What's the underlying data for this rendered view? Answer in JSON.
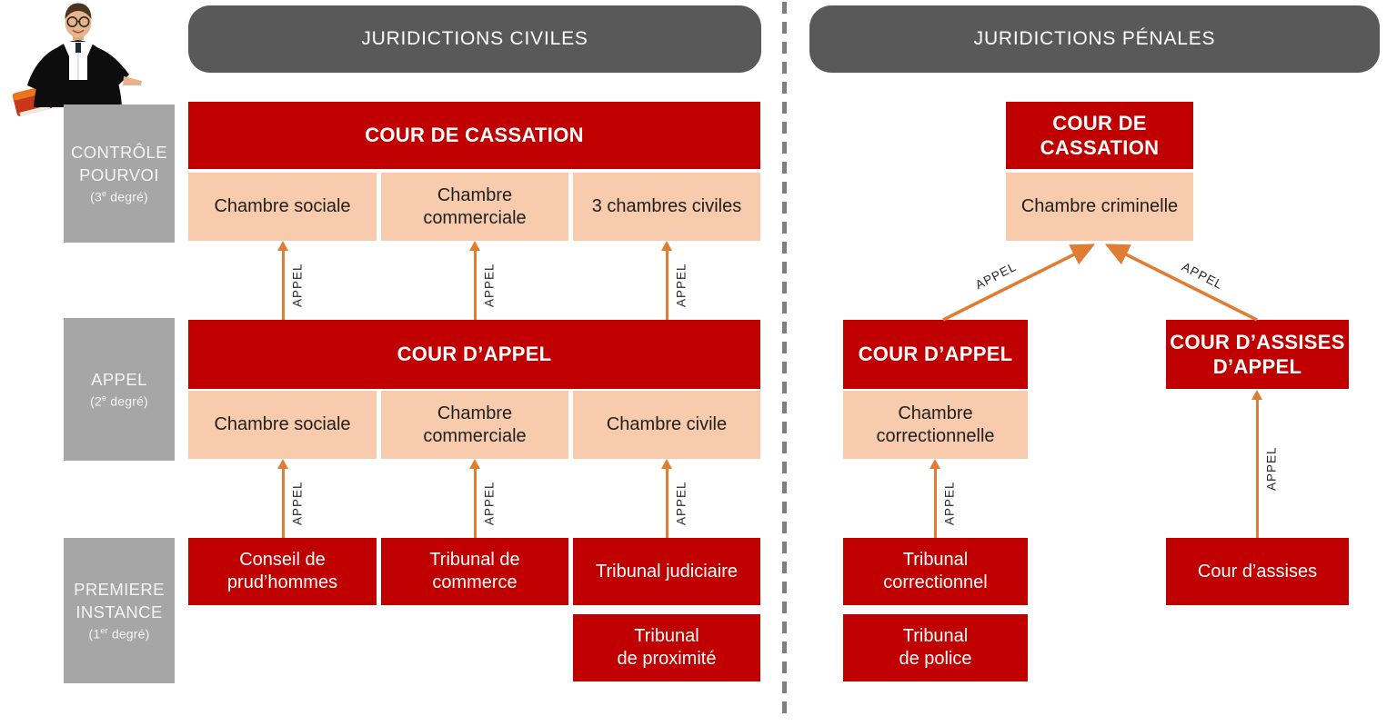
{
  "colors": {
    "header_bg": "#595959",
    "level_label_bg": "#A6A6A6",
    "court_red": "#C00000",
    "chamber_peach": "#F8CBAD",
    "arrow_orange": "#E07C33",
    "divider_gray": "#7F7F7F"
  },
  "arrow_label": "APPEL",
  "levels": {
    "pourvoi": {
      "line1": "CONTRÔLE",
      "line2": "POURVOI",
      "degree": {
        "prefix": "(3",
        "sup": "e",
        "suffix": " degré)"
      }
    },
    "appel": {
      "line1": "APPEL",
      "degree": {
        "prefix": "(2",
        "sup": "e",
        "suffix": " degré)"
      }
    },
    "premiere": {
      "line1": "PREMIERE",
      "line2": "INSTANCE",
      "degree": {
        "prefix": "(1",
        "sup": "er",
        "suffix": " degré)"
      }
    }
  },
  "civil": {
    "header": "JURIDICTIONS CIVILES",
    "cassation_title": "COUR DE CASSATION",
    "cassation_chambers": [
      "Chambre sociale",
      "Chambre\ncommerciale",
      "3 chambres civiles"
    ],
    "appel_title": "COUR D’APPEL",
    "appel_chambers": [
      "Chambre sociale",
      "Chambre\ncommerciale",
      "Chambre civile"
    ],
    "first_instance": [
      "Conseil de\nprud’hommes",
      "Tribunal de\ncommerce",
      "Tribunal judiciaire"
    ],
    "proximite": "Tribunal\nde proximité"
  },
  "penal": {
    "header": "JURIDICTIONS PÉNALES",
    "cassation_title": "COUR DE\nCASSATION",
    "cassation_chamber": "Chambre criminelle",
    "appel_title": "COUR D’APPEL",
    "appel_chamber": "Chambre\ncorrectionnelle",
    "assises_appel_title": "COUR D’ASSISES\nD’APPEL",
    "tribunal_correctionnel": "Tribunal\ncorrectionnel",
    "tribunal_police": "Tribunal\nde police",
    "cour_assises": "Cour d’assises"
  }
}
